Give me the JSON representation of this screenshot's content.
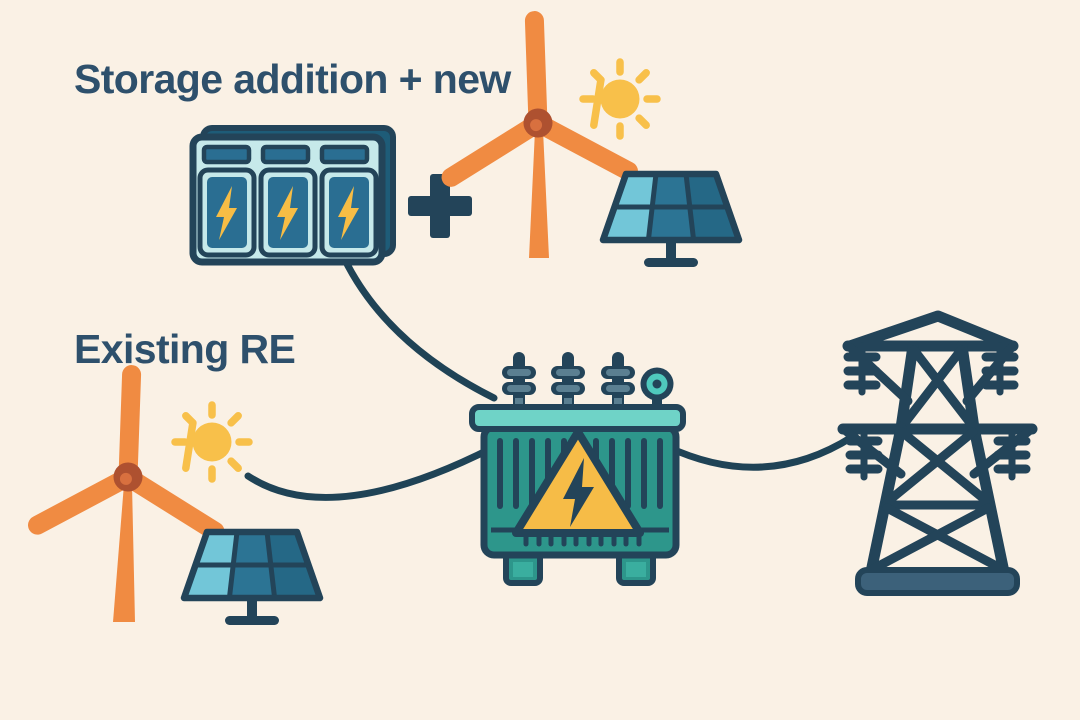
{
  "meta": {
    "title": "Renewable energy storage and grid connection infographic"
  },
  "labels": {
    "storage_addition": "Storage addition + new",
    "existing_re": "Existing RE"
  },
  "colors": {
    "background": "#FAF1E5",
    "navy": "#234459",
    "text_navy": "#2E506C",
    "transformer_teal": "#2D968B",
    "lid_teal_light": "#6FD3C7",
    "gauge_teal": "#4FC9BD",
    "bushing_grey": "#5B7F91",
    "battery_cyan": "#C6E9EA",
    "battery_cell_blue": "#2A6E92",
    "battery_side_dark": "#1E5C78",
    "panel_cell_light": "#72C6D8",
    "panel_cell_mid": "#2C7494",
    "panel_cell_dark": "#256886",
    "turbine_orange": "#F08B42",
    "hub_rust": "#AE5130",
    "sun_yellow": "#F8C04A",
    "bolt_yellow": "#F7BD45",
    "warning_yellow": "#F6BC47",
    "tower_base_slate": "#3C617A"
  },
  "diagram": {
    "groups": [
      {
        "id": "storage-addition-new",
        "label": "Storage addition + new",
        "icons": [
          "battery-storage-icon",
          "plus-icon",
          "wind-turbine-icon",
          "sun-icon",
          "solar-panel-icon"
        ]
      },
      {
        "id": "existing-re",
        "label": "Existing RE",
        "icons": [
          "wind-turbine-icon",
          "sun-icon",
          "solar-panel-icon"
        ]
      },
      {
        "id": "grid",
        "label": "",
        "icons": [
          "transformer-icon",
          "transmission-tower-icon"
        ]
      }
    ],
    "connections": [
      {
        "from": "storage-addition-new",
        "to": "transformer"
      },
      {
        "from": "existing-re",
        "to": "transformer"
      },
      {
        "from": "transformer",
        "to": "transmission-tower"
      }
    ]
  }
}
